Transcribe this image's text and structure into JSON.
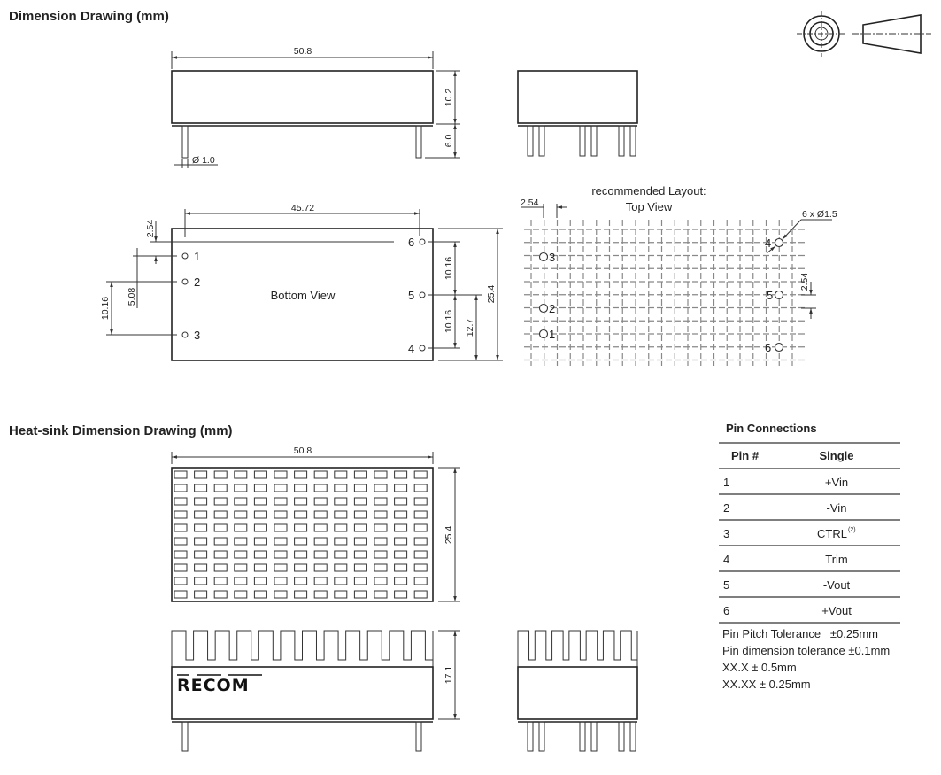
{
  "titles": {
    "dimension": "Dimension Drawing (mm)",
    "heatsink": "Heat-sink Dimension Drawing (mm)"
  },
  "side_view": {
    "length": "50.8",
    "height": "10.2",
    "pin_length": "6.0",
    "pin_diameter": "Ø 1.0"
  },
  "bottom_view": {
    "label": "Bottom View",
    "pin_span": "45.72",
    "dim_2_54": "2.54",
    "dim_5_08": "5.08",
    "dim_left_10_16": "10.16",
    "dim_right_10_16_a": "10.16",
    "dim_right_10_16_b": "10.16",
    "dim_12_7": "12.7",
    "width": "25.4",
    "pins": [
      "1",
      "2",
      "3",
      "4",
      "5",
      "6"
    ]
  },
  "layout": {
    "title_line1": "recommended Layout:",
    "title_line2": "Top View",
    "grid_pitch": "2.54",
    "hole_note": "6 x Ø1.5",
    "pitch_vertical": "2.54",
    "pins": [
      "1",
      "2",
      "3",
      "4",
      "5",
      "6"
    ]
  },
  "heatsink": {
    "length": "50.8",
    "width": "25.4",
    "height": "17.1",
    "brand": "RECOM"
  },
  "pin_connections": {
    "title": "Pin Connections",
    "headers": [
      "Pin #",
      "Single"
    ],
    "rows": [
      {
        "pin": "1",
        "func": "+Vin"
      },
      {
        "pin": "2",
        "func": "-Vin"
      },
      {
        "pin": "3",
        "func": "CTRL",
        "sup": "(2)"
      },
      {
        "pin": "4",
        "func": "Trim"
      },
      {
        "pin": "5",
        "func": "-Vout"
      },
      {
        "pin": "6",
        "func": "+Vout"
      }
    ],
    "notes": [
      "Pin Pitch Tolerance   ±0.25mm",
      "Pin dimension tolerance ±0.1mm",
      "XX.X ± 0.5mm",
      "XX.XX ± 0.25mm"
    ]
  }
}
